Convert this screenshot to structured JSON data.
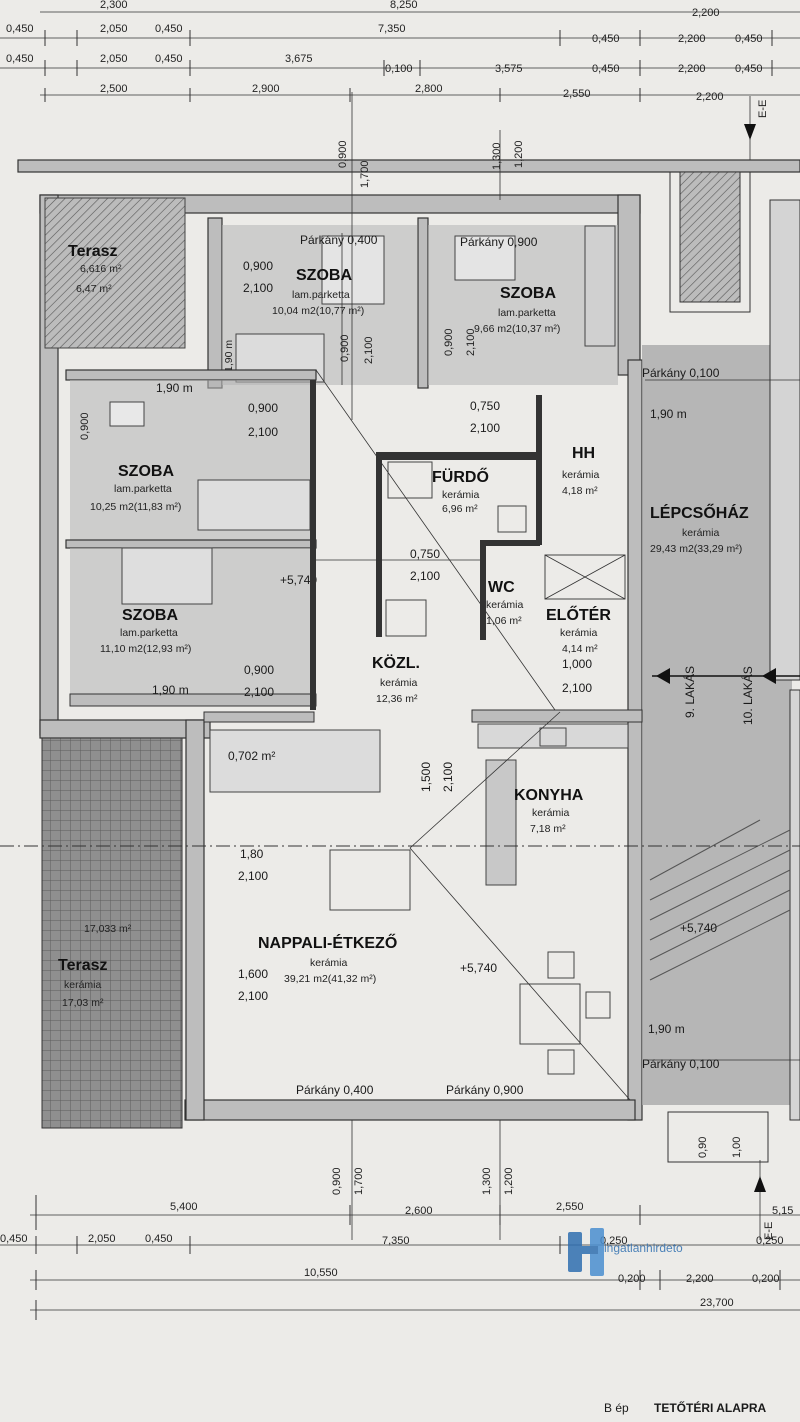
{
  "top_dims": {
    "row1": [
      "2,300",
      "8,250",
      "2,200"
    ],
    "row2": [
      "0,450",
      "2,050",
      "0,450",
      "7,350",
      "0,450",
      "2,200",
      "0,450"
    ],
    "row3": [
      "0,450",
      "2,050",
      "0,450",
      "3,675",
      "0,100",
      "3,575",
      "0,450",
      "2,200",
      "0,450"
    ],
    "row4": [
      "2,500",
      "2,900",
      "2,800",
      "2,550",
      "2,200"
    ]
  },
  "bottom_dims": {
    "row1": [
      "5,400",
      "2,600",
      "2,550",
      "5,15"
    ],
    "row2": [
      "0,450",
      "2,050",
      "0,450",
      "7,350",
      "0,250",
      "0,250"
    ],
    "row3": [
      "10,550",
      "0,200",
      "2,200",
      "0,200"
    ],
    "row4": [
      "23,700"
    ]
  },
  "section_marks": [
    "E-E",
    "E-E"
  ],
  "rooms": {
    "terasz_top": {
      "name": "Terasz",
      "area": "6,47 m²",
      "note": "6,616 m²"
    },
    "szoba1": {
      "name": "SZOBA",
      "floor": "lam.parketta",
      "area": "10,04 m2(10,77 m²)",
      "sill": "Párkány 0,400",
      "win_w": "0,900",
      "win_h": "2,100",
      "bed": "1,90 m"
    },
    "szoba2": {
      "name": "SZOBA",
      "floor": "lam.parketta",
      "area": "9,66 m2(10,37 m²)",
      "sill": "Párkány 0,900"
    },
    "szoba3": {
      "name": "SZOBA",
      "floor": "lam.parketta",
      "area": "10,25 m2(11,83 m²)",
      "bed": "1,90 m"
    },
    "szoba4": {
      "name": "SZOBA",
      "floor": "lam.parketta",
      "area": "11,10 m2(12,93 m²)",
      "bed": "1,90 m"
    },
    "furdo": {
      "name": "FÜRDŐ",
      "floor": "kerámia",
      "area": "6,96 m²"
    },
    "hh": {
      "name": "HH",
      "floor": "kerámia",
      "area": "4,18 m²"
    },
    "wc": {
      "name": "WC",
      "floor": "kerámia",
      "area": "1,06 m²"
    },
    "eloter": {
      "name": "ELŐTÉR",
      "floor": "kerámia",
      "area": "4,14 m²"
    },
    "kozl": {
      "name": "KÖZL.",
      "floor": "kerámia",
      "area": "12,36 m²"
    },
    "lepcsohaz": {
      "name": "LÉPCSŐHÁZ",
      "floor": "kerámia",
      "area": "29,43 m2(33,29 m²)"
    },
    "konyha": {
      "name": "KONYHA",
      "floor": "kerámia",
      "area": "7,18 m²"
    },
    "nappali": {
      "name": "NAPPALI-ÉTKEZŐ",
      "floor": "kerámia",
      "area": "39,21 m2(41,32 m²)"
    },
    "terasz_bottom": {
      "name": "Terasz",
      "floor": "kerámia",
      "area": "17,03 m²",
      "note": "17,033 m²"
    }
  },
  "labels": {
    "szoba1_sill": "Párkány 0,400",
    "szoba2_sill": "Párkány 0,900",
    "nappali_sill1": "Párkány 0,400",
    "nappali_sill2": "Párkány 0,900",
    "lepcso_sill_top": "Párkány 0,100",
    "lepcso_sill_bottom": "Párkány 0,100",
    "level1": "+5,740",
    "level2": "+5,740",
    "level3": "+5,740",
    "lakas9": "9. LAKÁS",
    "lakas10": "10. LAKÁS",
    "small_area": "0,702 m²",
    "bed_len": "1,90 m",
    "d_0900": "0,900",
    "d_2100": "2,100",
    "d_0750": "0,750",
    "d_1000": "1,000",
    "d_1500": "1,500",
    "d_1600": "1,600",
    "d_1700": "1,700",
    "d_1300": "1,300",
    "d_1200": "1,200",
    "d_090": "0,90",
    "d_100": "1,00",
    "d_1800": "1,80"
  },
  "watermark": "ingatlanhirdeto",
  "footer": {
    "building": "B ép",
    "title": "TETŐTÉRI ALAPRA"
  }
}
